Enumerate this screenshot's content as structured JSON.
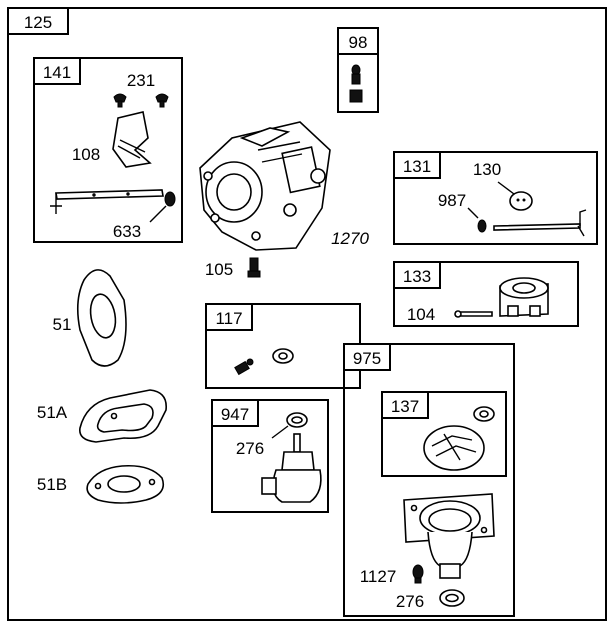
{
  "kits": {
    "main": "125",
    "k141": "141",
    "k98": "98",
    "k131": "131",
    "k133": "133",
    "k117": "117",
    "k947": "947",
    "k975": "975",
    "k137": "137"
  },
  "parts": {
    "p231": "231",
    "p108": "108",
    "p633": "633",
    "p1270": "1270",
    "p105": "105",
    "p130": "130",
    "p987": "987",
    "p104": "104",
    "p51": "51",
    "p51a": "51A",
    "p51b": "51B",
    "p276a": "276",
    "p276b": "276",
    "p1127": "1127"
  },
  "colors": {
    "ink": "#000000",
    "paper": "#ffffff"
  }
}
